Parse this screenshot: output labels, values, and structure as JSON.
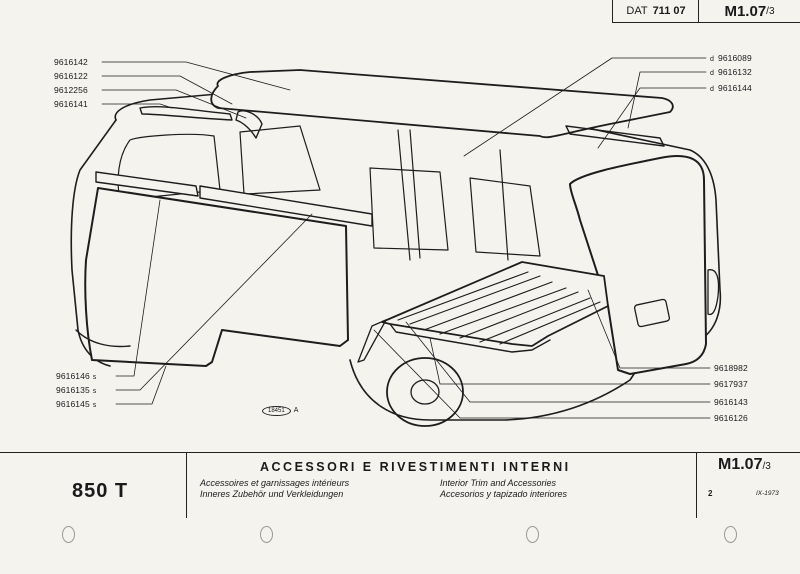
{
  "header": {
    "dat_label": "DAT",
    "dat_number": "711 07",
    "code_main": "M1.07",
    "code_suffix": "/3"
  },
  "callouts_left_top": [
    {
      "number": "9616142"
    },
    {
      "number": "9616122"
    },
    {
      "number": "9612256"
    },
    {
      "number": "9616141"
    }
  ],
  "callouts_right_top": [
    {
      "prefix": "d",
      "number": "9616089"
    },
    {
      "prefix": "d",
      "number": "9616132"
    },
    {
      "prefix": "d",
      "number": "9616144"
    }
  ],
  "callouts_left_bottom": [
    {
      "number": "9616146",
      "qualifier": "s"
    },
    {
      "number": "9616135",
      "qualifier": "s"
    },
    {
      "number": "9616145",
      "qualifier": "s"
    }
  ],
  "callouts_right_bottom": [
    {
      "number": "9618982"
    },
    {
      "number": "9617937"
    },
    {
      "number": "9616143"
    },
    {
      "number": "9616126"
    }
  ],
  "drawing_stamp": {
    "code": "18451",
    "suffix": "A"
  },
  "footer": {
    "model": "850 T",
    "title": "ACCESSORI E RIVESTIMENTI INTERNI",
    "subtitles_left": [
      "Accessoires et garnissages intérieurs",
      "Inneres Zubehör und Verkleidungen"
    ],
    "subtitles_right": [
      "Interior Trim and Accessories",
      "Accesorios y tapizado interiores"
    ],
    "code_main": "M1.07",
    "code_suffix": "/3",
    "sheet": "2",
    "date": "IX-1973"
  }
}
